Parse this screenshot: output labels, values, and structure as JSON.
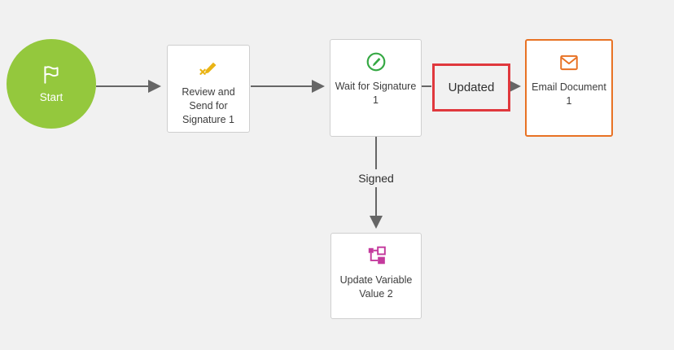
{
  "nodes": {
    "start": {
      "label": "Start"
    },
    "review": {
      "label": "Review and Send for Signature 1"
    },
    "wait": {
      "label": "Wait for Signature 1"
    },
    "email": {
      "label": "Email Document 1"
    },
    "update_variable": {
      "label": "Update Variable Value 2"
    }
  },
  "edge_labels": {
    "updated": "Updated",
    "signed": "Signed"
  },
  "icons": {
    "start": "flag-icon",
    "review": "signature-pencil-icon",
    "wait": "pen-circle-icon",
    "email": "envelope-icon",
    "update_variable": "branch-variable-icon"
  },
  "colors": {
    "start_fill": "#94c83d",
    "node_border": "#cfcfcf",
    "email_border": "#e87224",
    "highlight_border": "#e0383d",
    "arrow": "#666666",
    "review_icon": "#eab414",
    "wait_icon": "#35a843",
    "update_icon": "#c43a9d",
    "canvas_background": "#f1f1f1"
  }
}
